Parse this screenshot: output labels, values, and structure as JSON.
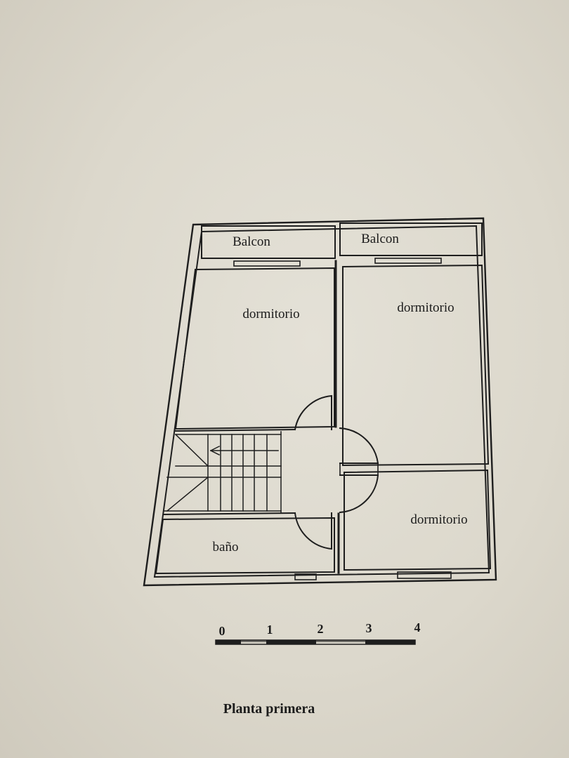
{
  "rooms": {
    "balcon_left": "Balcon",
    "balcon_right": "Balcon",
    "dormitorio_left": "dormitorio",
    "dormitorio_right": "dormitorio",
    "dormitorio_bottom": "dormitorio",
    "bano": "baño"
  },
  "scale": {
    "ticks": [
      "0",
      "1",
      "2",
      "3",
      "4"
    ]
  },
  "caption": "Planta primera"
}
